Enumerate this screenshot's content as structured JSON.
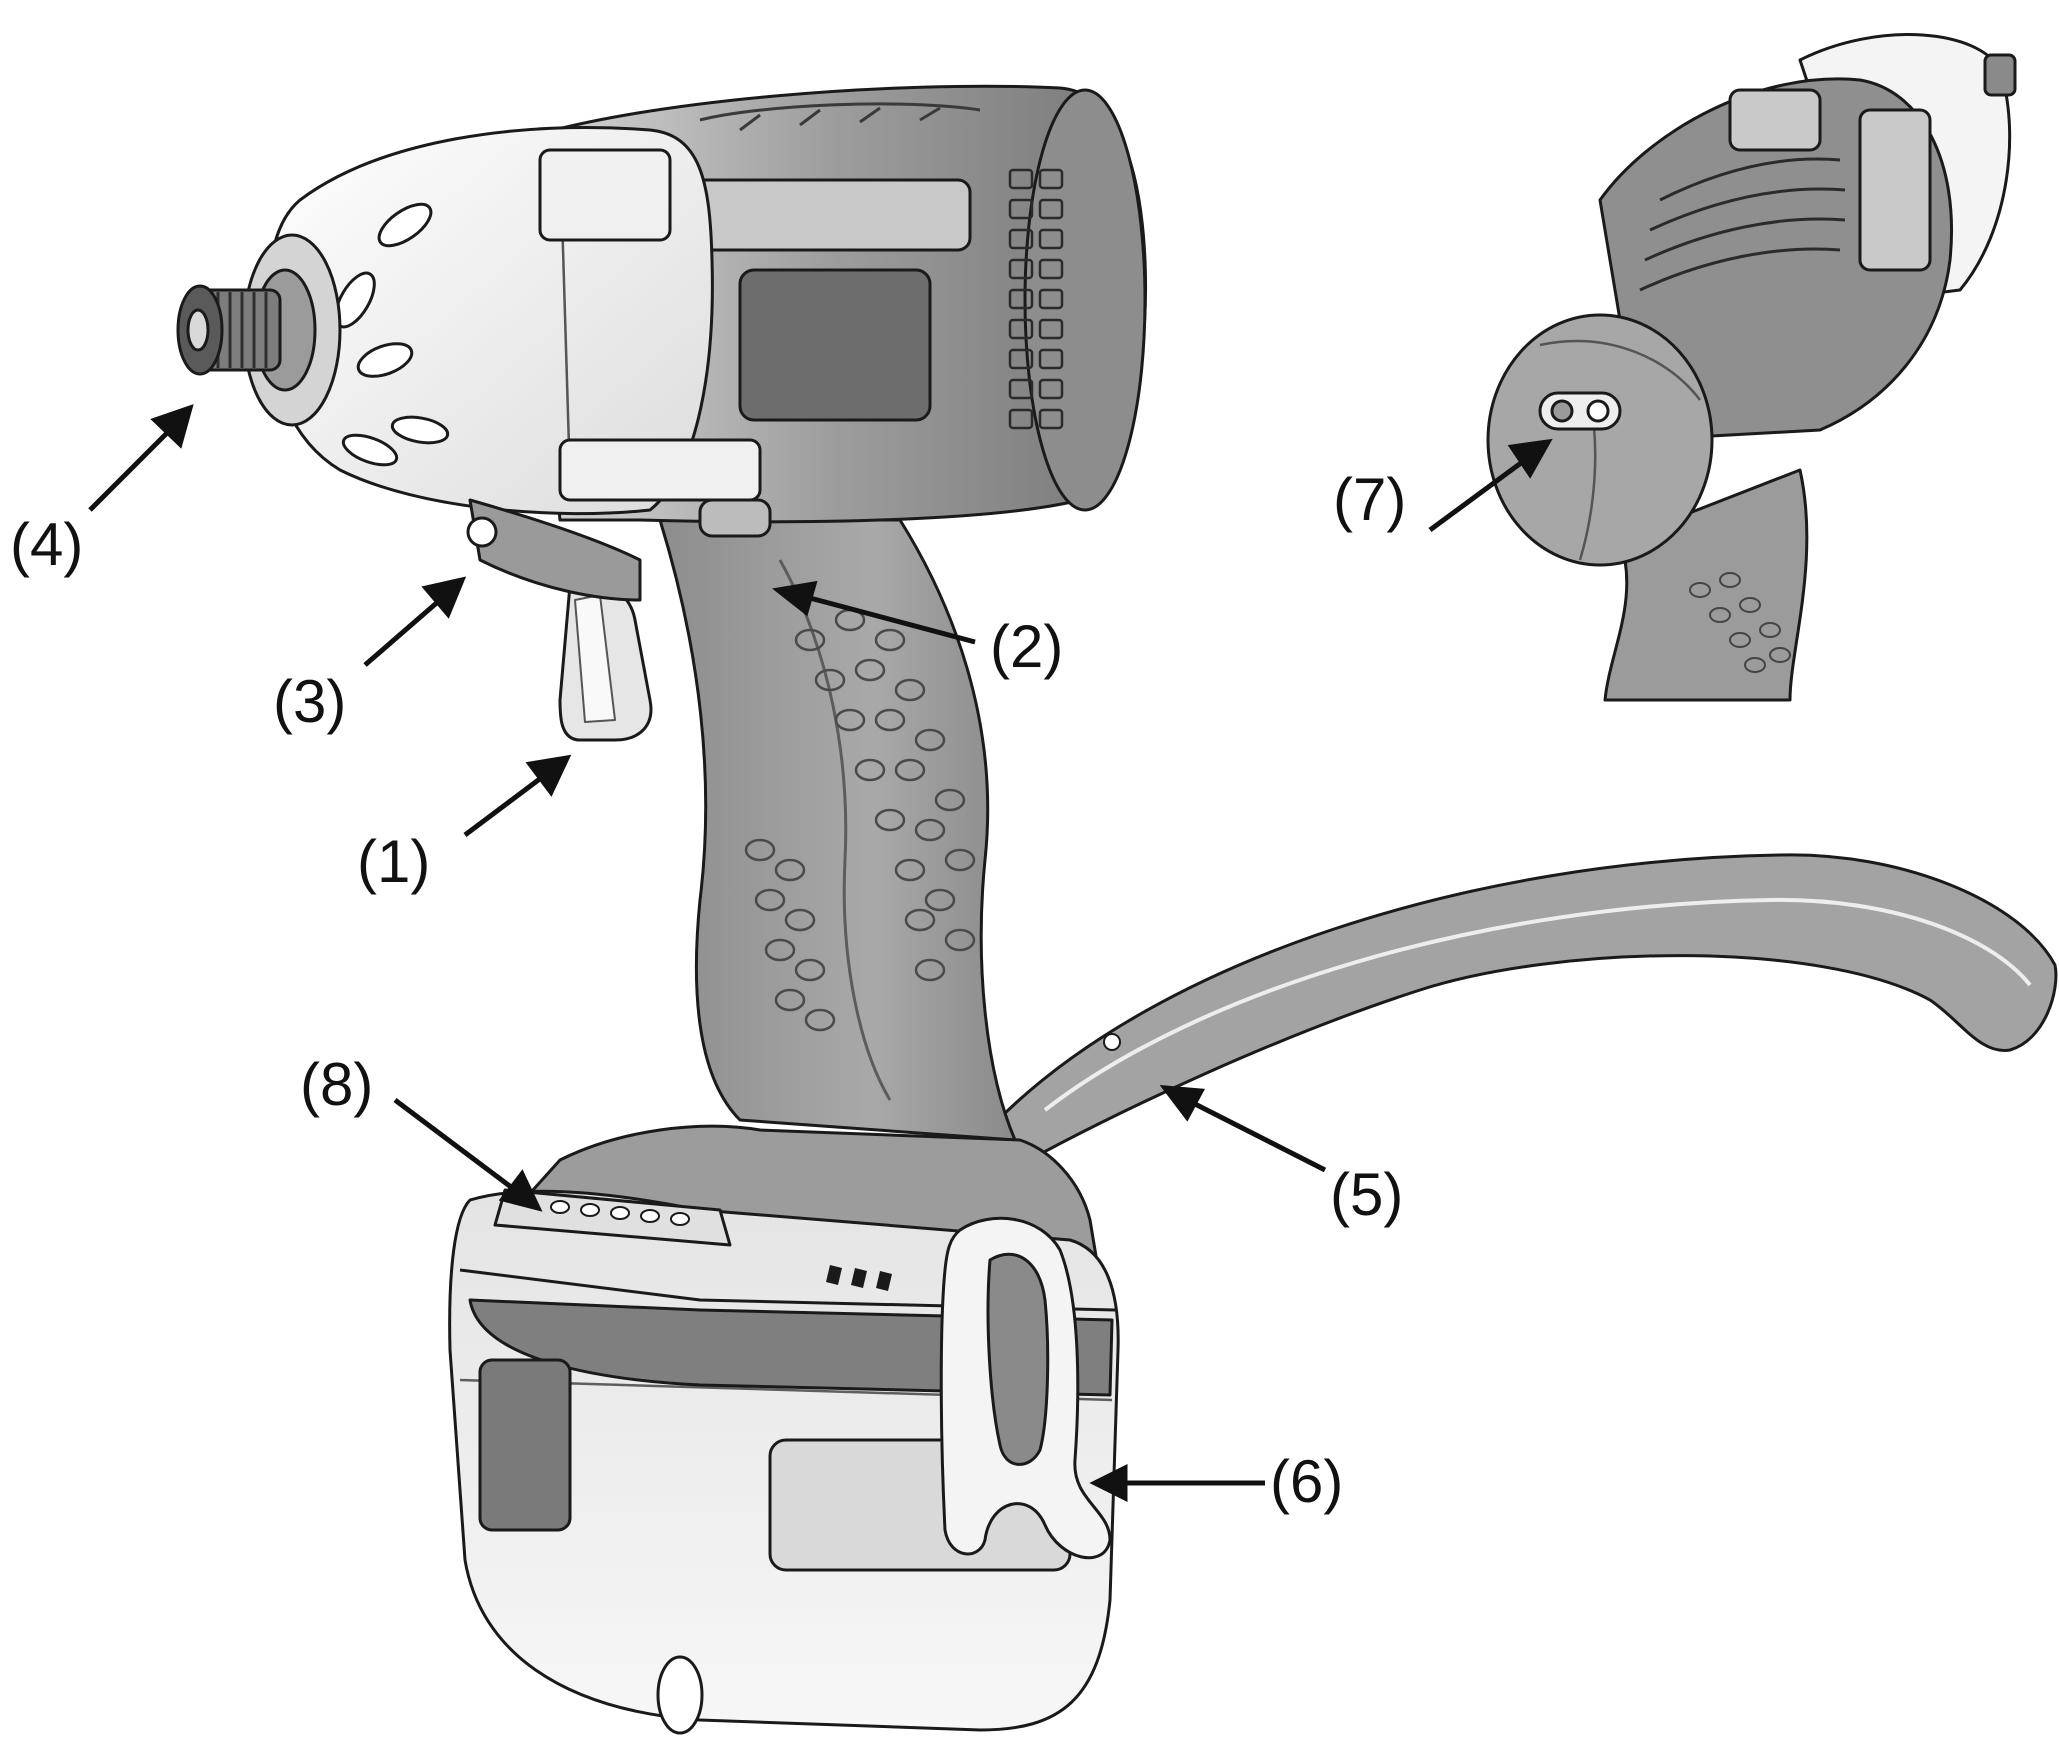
{
  "callouts": [
    {
      "id": "trigger",
      "label": "(1)"
    },
    {
      "id": "forward-reverse-lever",
      "label": "(2)"
    },
    {
      "id": "led-light",
      "label": "(3)"
    },
    {
      "id": "bit-holder",
      "label": "(4)"
    },
    {
      "id": "strap",
      "label": "(5)"
    },
    {
      "id": "belt-hook",
      "label": "(6)"
    },
    {
      "id": "rear-switch",
      "label": "(7)"
    },
    {
      "id": "battery-indicator",
      "label": "(8)"
    }
  ],
  "colors": {
    "line": "#1a1a1a",
    "body_light": "#f2f2f2",
    "body_mid": "#c9c9c9",
    "body_dark": "#8c8c8c",
    "grip": "#9a9a9a"
  }
}
